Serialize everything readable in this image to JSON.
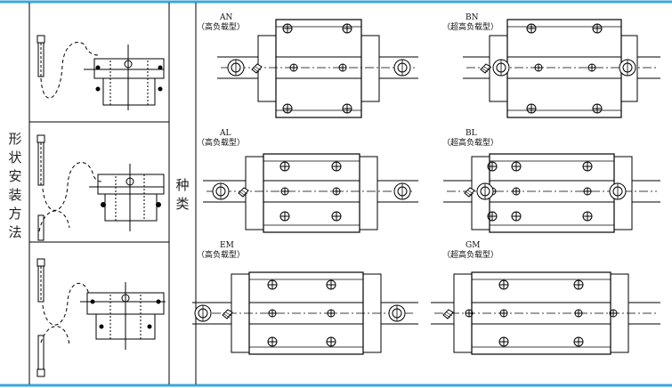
{
  "left_label": [
    "形",
    "状",
    "安",
    "装",
    "方",
    "法"
  ],
  "middle_label": [
    "种",
    "类"
  ],
  "colors": {
    "frame_blue": "#3aa7dc",
    "line": "#000000"
  },
  "types": [
    {
      "code": "AN",
      "desc": "（高负载型）"
    },
    {
      "code": "BN",
      "desc": "（超高负载型）"
    },
    {
      "code": "AL",
      "desc": "（高负载型）"
    },
    {
      "code": "BL",
      "desc": "（超高负载型）"
    },
    {
      "code": "EM",
      "desc": "（高负载型）"
    },
    {
      "code": "GM",
      "desc": "（超高负载型）"
    }
  ]
}
